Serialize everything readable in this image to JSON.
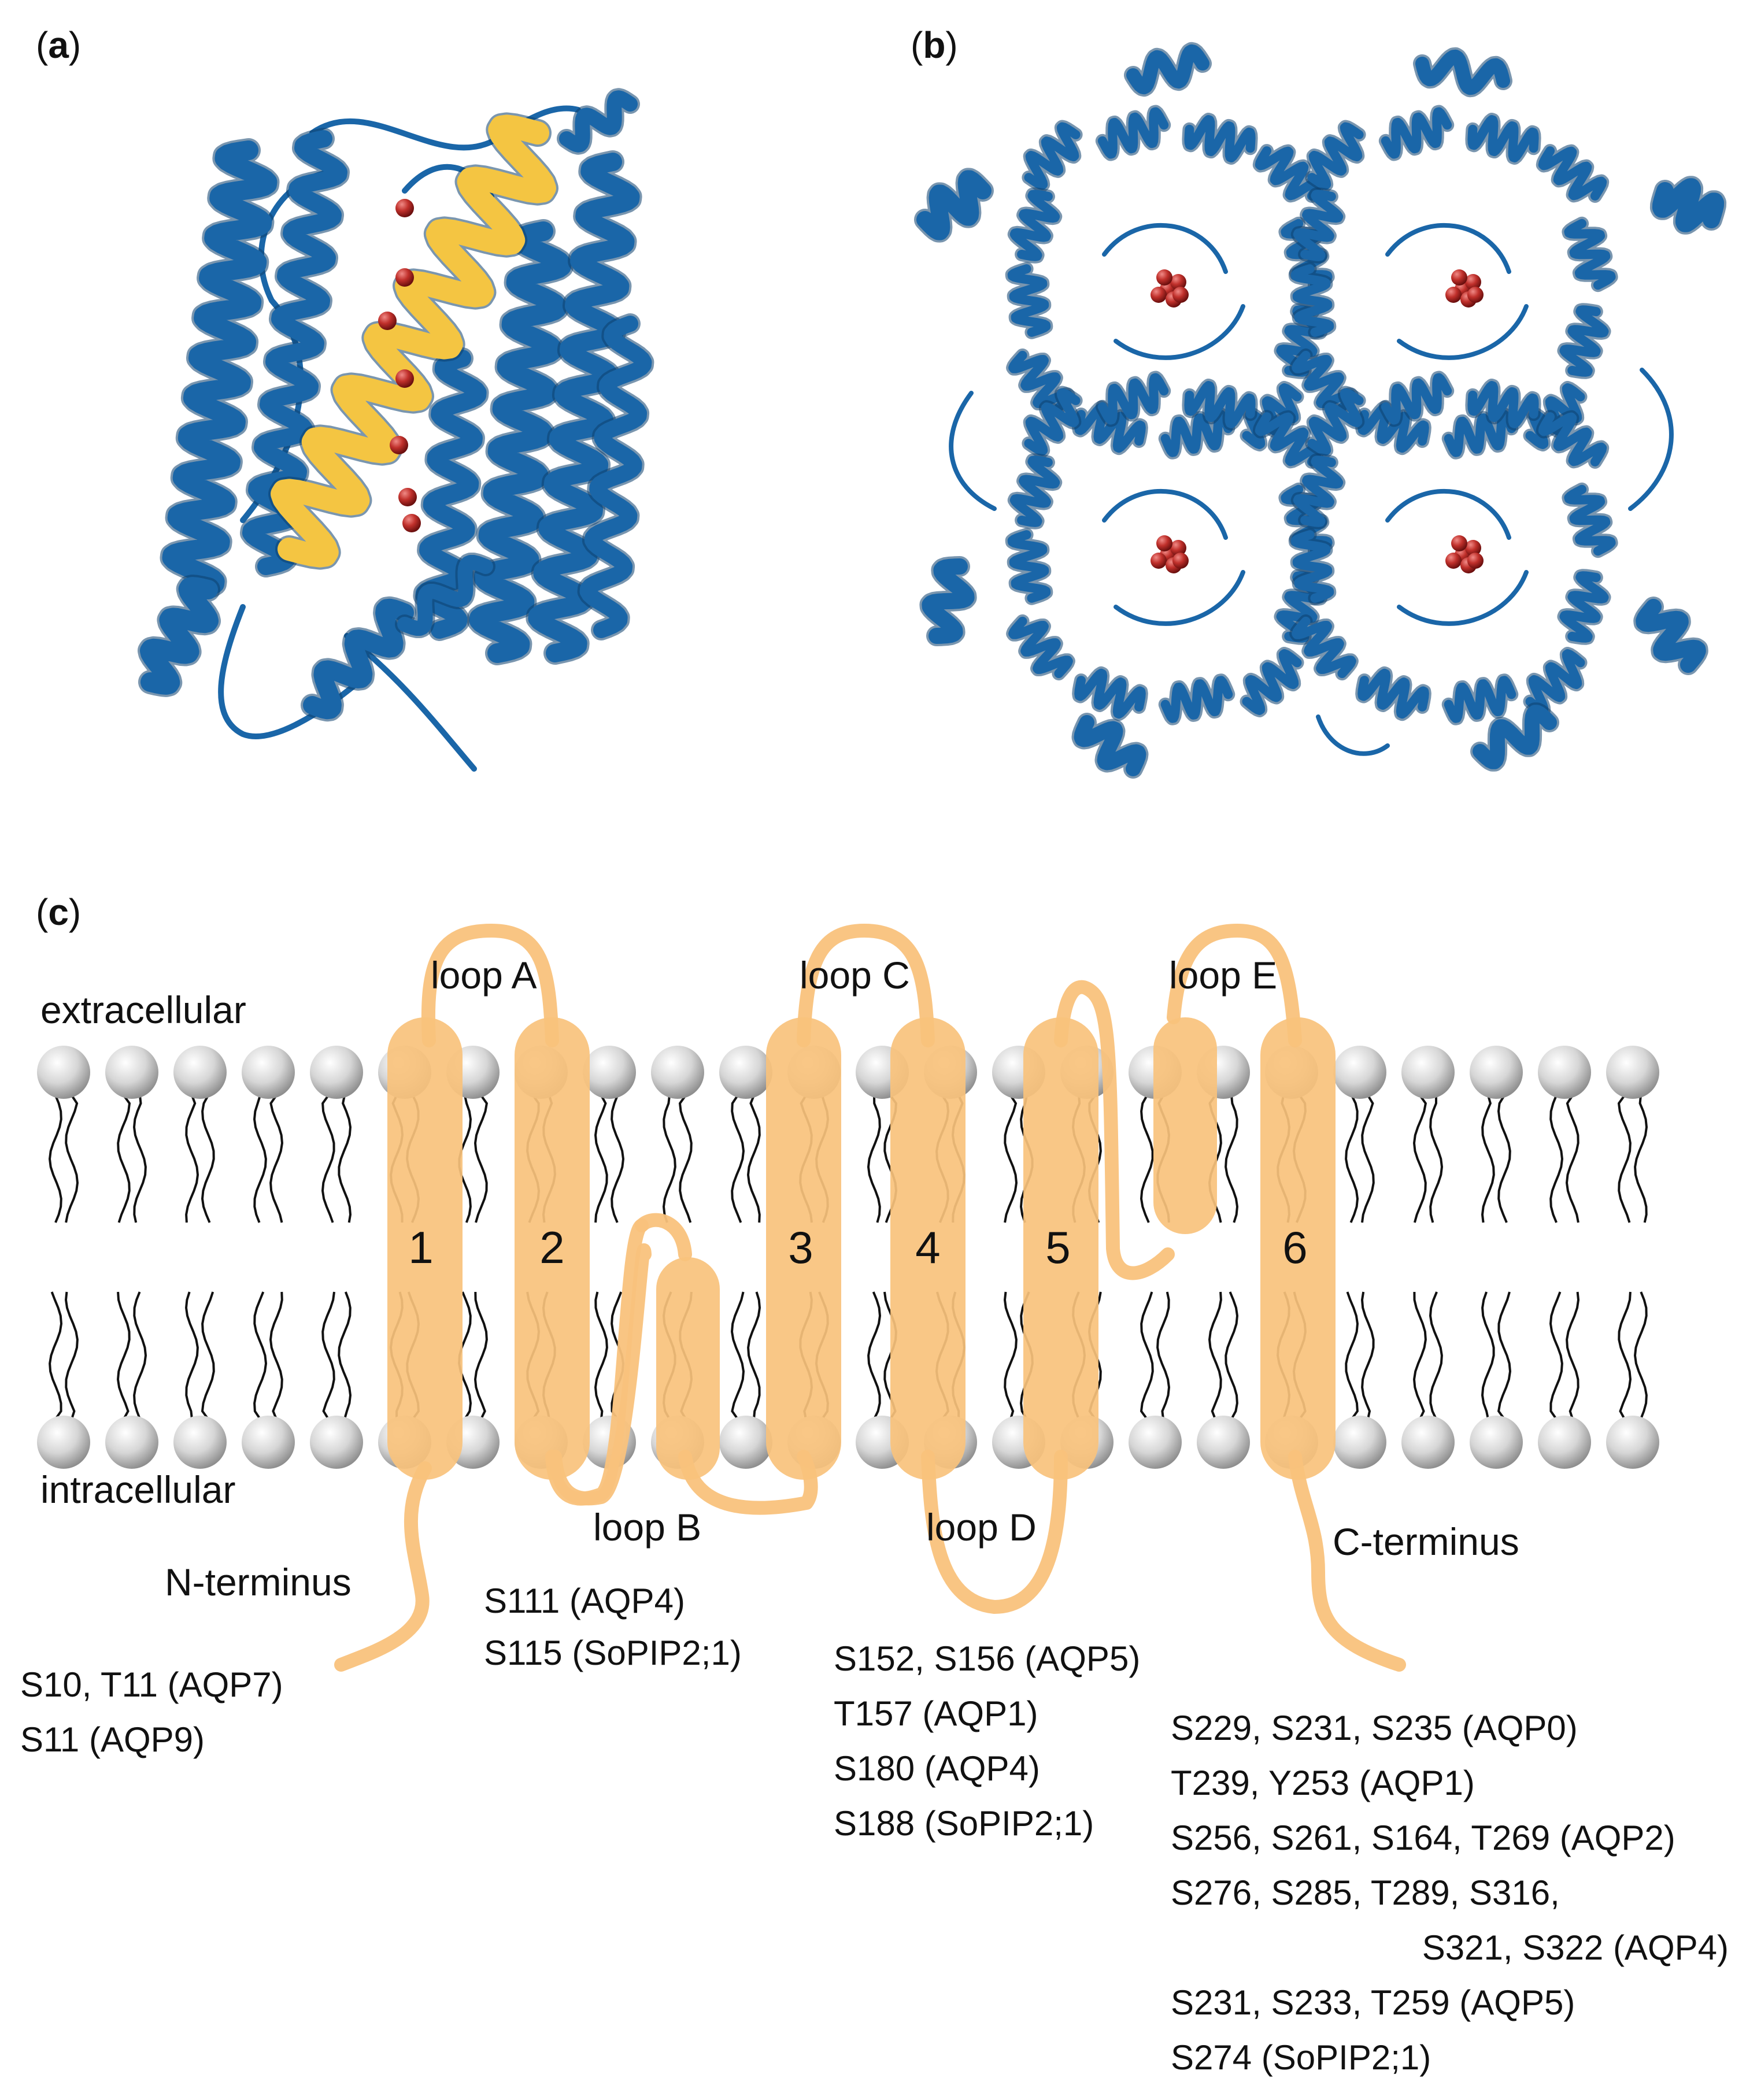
{
  "panels": {
    "a": "a",
    "b": "b",
    "c": "c"
  },
  "membrane": {
    "extracellular": "extracellular",
    "intracellular": "intracellular"
  },
  "helices": [
    "1",
    "2",
    "3",
    "4",
    "5",
    "6"
  ],
  "loops": {
    "a": "loop A",
    "b": "loop B",
    "c": "loop C",
    "d": "loop D",
    "e": "loop E"
  },
  "termini": {
    "n": "N-terminus",
    "c": "C-terminus"
  },
  "sites": {
    "n_terminus": [
      "S10, T11 (AQP7)",
      "S11 (AQP9)"
    ],
    "loop_b": [
      "S111 (AQP4)",
      "S115 (SoPIP2;1)"
    ],
    "loop_d": [
      "S152, S156 (AQP5)",
      "T157 (AQP1)",
      "S180 (AQP4)",
      "S188 (SoPIP2;1)"
    ],
    "c_terminus": [
      "S229, S231, S235 (AQP0)",
      "T239, Y253 (AQP1)",
      "S256, S261, S164, T269 (AQP2)",
      "S276, S285, T289, S316,",
      "S321, S322 (AQP4)",
      "S231, S233, T259 (AQP5)",
      "S274 (SoPIP2;1)"
    ]
  },
  "colors": {
    "protein_blue": "#1a66a8",
    "highlight_helix": "#f4c542",
    "water_red": "#b3201f",
    "aquaporin_orange": "#f9c27c",
    "lipid_head": "#c8c8c8"
  }
}
